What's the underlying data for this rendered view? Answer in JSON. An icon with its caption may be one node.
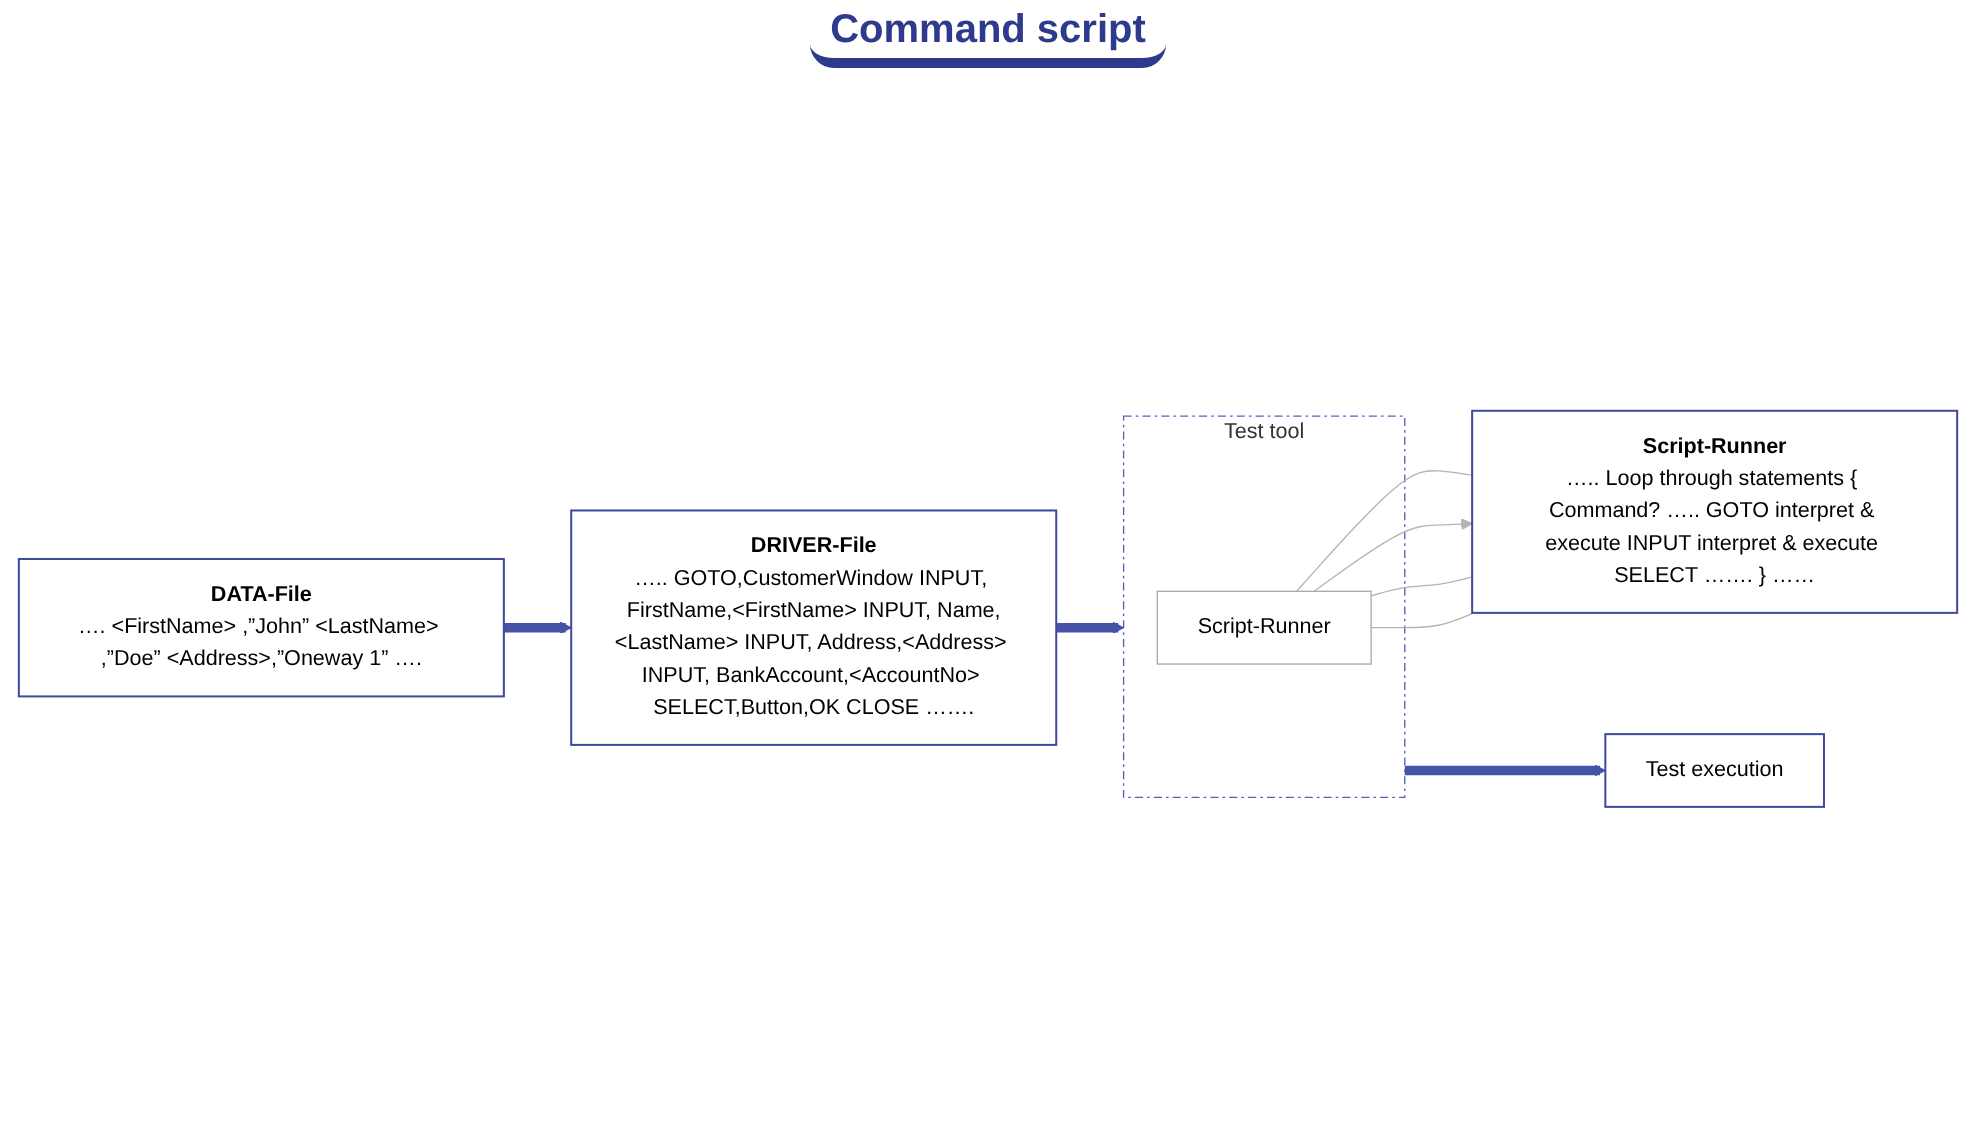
{
  "diagram": {
    "nodes": [
      {
        "text": [
          "DRIVER-File",
          "….. GOTO,CustomerWindow INPUT, FirstName,<FirstName> INPUT, Name,<LastName> INPUT, Address,<Address> INPUT, BankAccount,<AccountNo> SELECT,Button,OK CLOSE ……."
        ]
      },
      {
        "text": [
          "DATA-File",
          "…. <FirstName> ,”John” <LastName> ,”Doe” <Address>,”Oneway 1” …."
        ]
      },
      {
        "text": [
          "Script-Runner",
          "….. Loop through statements { Command? ….. GOTO interpret & execute INPUT interpret & execute SELECT ……. } ……"
        ]
      },
      {
        "text": [
          "Test tool"
        ]
      },
      {
        "text": [
          "Script-Runner"
        ],
        "in": 3
      },
      {
        "text": [
          "Test execution"
        ]
      }
    ],
    "edges": [
      {
        "from": 1,
        "to": 0,
        "arrow": "to",
        "style": "thick",
        "color": "#4453a8"
      },
      {
        "from": 0,
        "to": 3,
        "arrow": "to",
        "style": "thick",
        "color": "#4453a8"
      },
      {
        "from": 3,
        "to": 5,
        "arrow": "to",
        "style": "thick",
        "color": "#4453a8"
      },
      {
        "from": 4,
        "to": 2,
        "arrow": "none",
        "color": "#b4b4b4"
      },
      {
        "from": 4,
        "to": 2,
        "arrow": "to",
        "color": "#b4b4b4"
      },
      {
        "from": 4,
        "to": 2,
        "arrow": "none",
        "color": "#b4b4b4"
      },
      {
        "from": 4,
        "to": 2,
        "arrow": "none",
        "color": "#b4b4b4"
      }
    ],
    "labels": [
      "Command script"
    ]
  }
}
